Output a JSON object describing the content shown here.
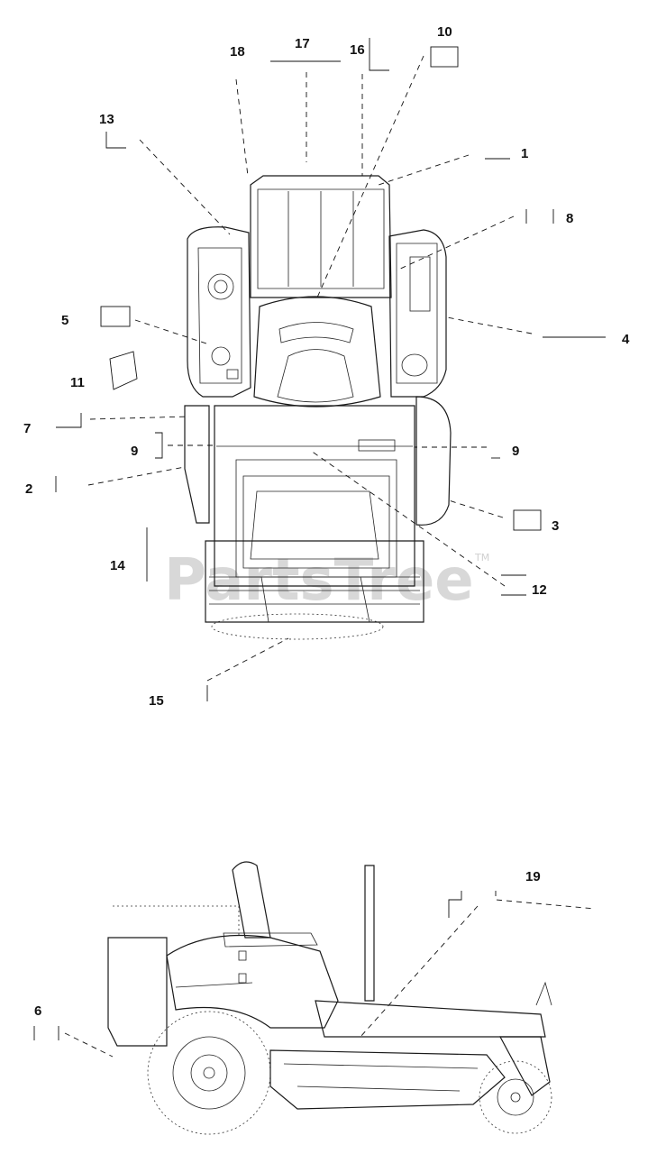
{
  "watermark": {
    "text": "PartsTree",
    "tm": "TM"
  },
  "callouts": [
    {
      "id": "1",
      "label": "1"
    },
    {
      "id": "2",
      "label": "2"
    },
    {
      "id": "3",
      "label": "3"
    },
    {
      "id": "4",
      "label": "4"
    },
    {
      "id": "5",
      "label": "5"
    },
    {
      "id": "6",
      "label": "6"
    },
    {
      "id": "7",
      "label": "7"
    },
    {
      "id": "8",
      "label": "8"
    },
    {
      "id": "9a",
      "label": "9"
    },
    {
      "id": "9b",
      "label": "9"
    },
    {
      "id": "10",
      "label": "10"
    },
    {
      "id": "11",
      "label": "11"
    },
    {
      "id": "12",
      "label": "12"
    },
    {
      "id": "13",
      "label": "13"
    },
    {
      "id": "14",
      "label": "14"
    },
    {
      "id": "15",
      "label": "15"
    },
    {
      "id": "16",
      "label": "16"
    },
    {
      "id": "17",
      "label": "17"
    },
    {
      "id": "18",
      "label": "18"
    },
    {
      "id": "19",
      "label": "19"
    }
  ]
}
